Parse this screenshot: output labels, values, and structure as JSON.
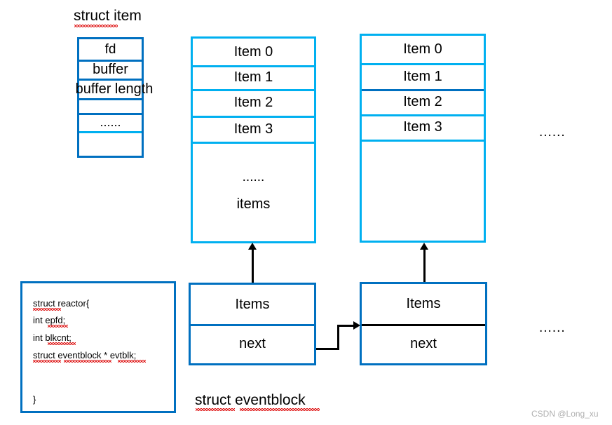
{
  "diagram": {
    "title_struct_item": "struct item",
    "title_struct_eventblock": "struct eventblock",
    "ellipsis": "......",
    "watermark": "CSDN @Long_xu"
  },
  "struct_item_box": {
    "rows": [
      {
        "label": "fd"
      },
      {
        "label": "buffer"
      },
      {
        "label": "buffer length"
      },
      {
        "label": ""
      },
      {
        "label": "......"
      },
      {
        "label": ""
      }
    ]
  },
  "items_block_1": {
    "rows": [
      {
        "label": "Item 0"
      },
      {
        "label": "Item 1"
      },
      {
        "label": "Item 2"
      },
      {
        "label": "Item 3"
      }
    ],
    "body_dots": "......",
    "body_label": "items"
  },
  "items_block_2": {
    "rows": [
      {
        "label": "Item 0"
      },
      {
        "label": "Item 1"
      },
      {
        "label": "Item 2"
      },
      {
        "label": "Item 3"
      }
    ],
    "body_dots": "",
    "body_label": ""
  },
  "eventblock_1": {
    "items_label": "Items",
    "next_label": "next"
  },
  "eventblock_2": {
    "items_label": "Items",
    "next_label": "next"
  },
  "reactor_code": {
    "lines": [
      "struct reactor{",
      "int epfd;",
      "int blkcnt;",
      "struct eventblock * evtblk;",
      "}"
    ]
  },
  "colors": {
    "border_dark_blue": "#0070C0",
    "border_light_blue": "#00B0F0",
    "arrow_black": "#000000",
    "spellcheck_red": "#E02020",
    "watermark_gray": "#B0B0B0"
  }
}
